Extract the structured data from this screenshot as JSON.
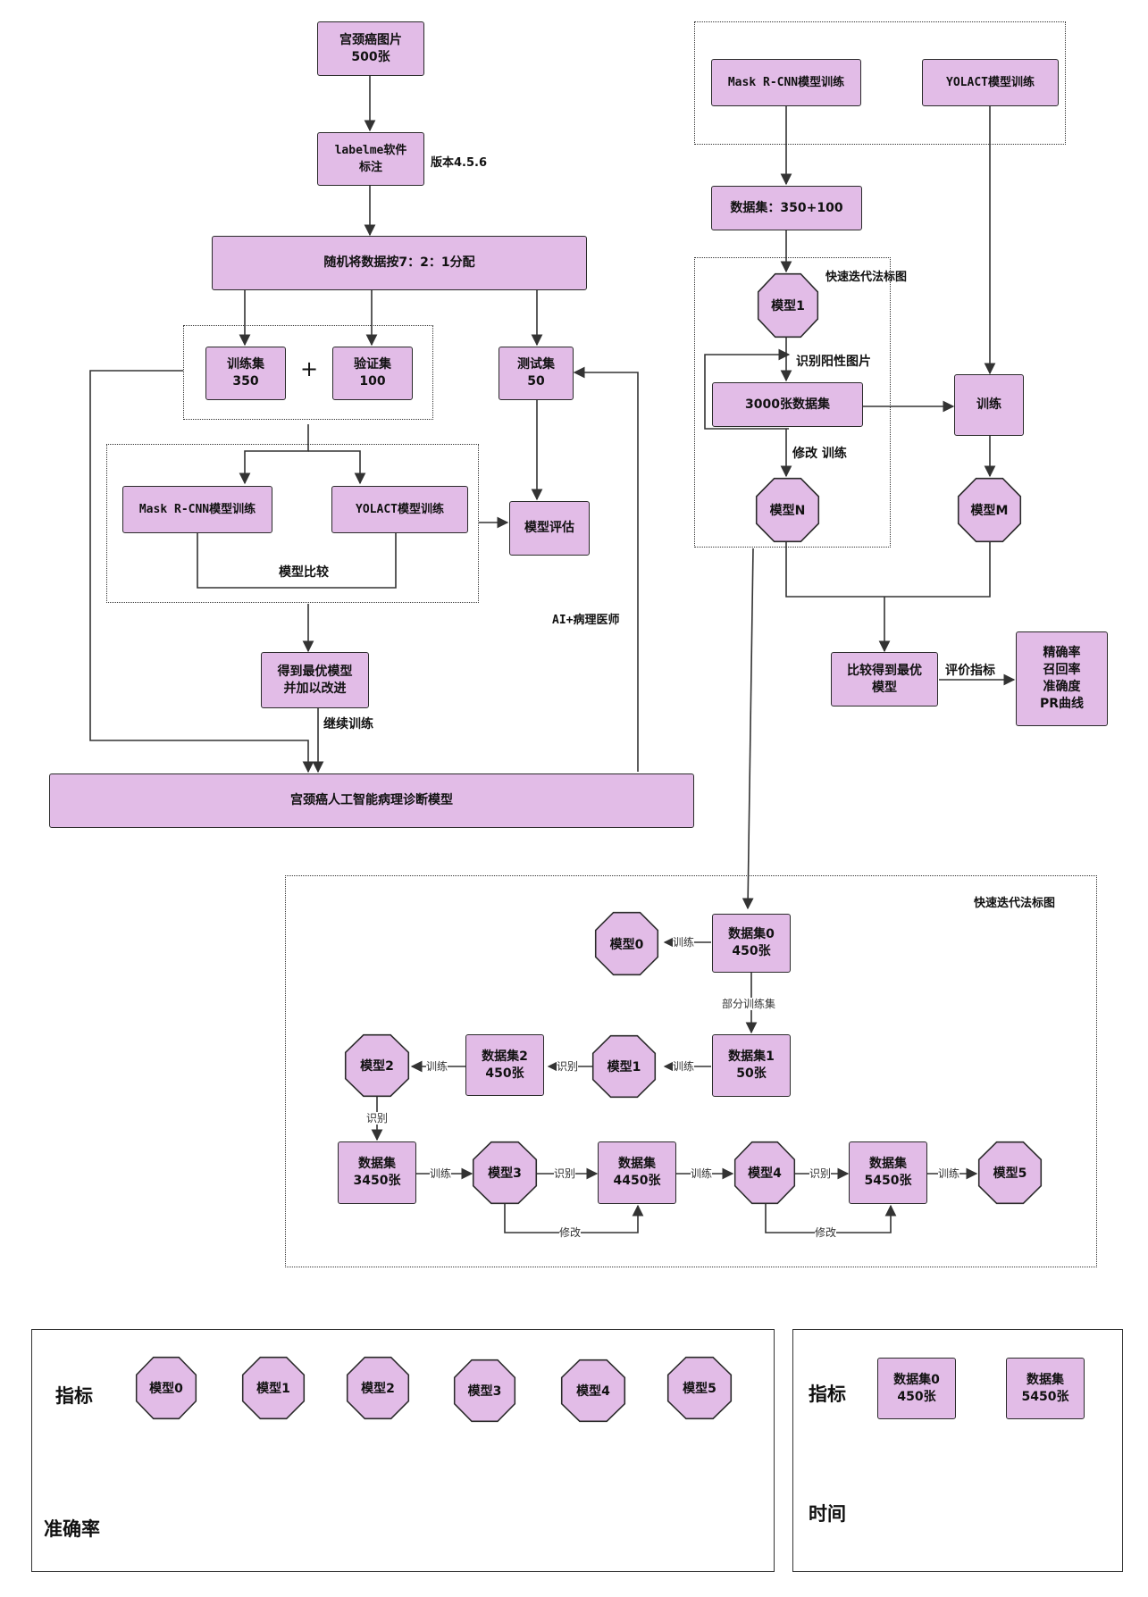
{
  "nodes": {
    "images": "宫颈癌图片\n500张",
    "labelme": "labelme软件\n标注",
    "version": "版本4.5.6",
    "split": "随机将数据按7：2：1分配",
    "train_set": "训练集\n350",
    "plus": "+",
    "val_set": "验证集\n100",
    "test_set": "测试集\n50",
    "maskrcnn_left": "Mask R-CNN模型训练",
    "yolact_left": "YOLACT模型训练",
    "eval": "模型评估",
    "compare_label": "模型比较",
    "best": "得到最优模型\n并加以改进",
    "continue_label": "继续训练",
    "ai_doctor": "AI+病理医师",
    "final_model": "宫颈癌人工智能病理诊断模型",
    "maskrcnn_right": "Mask R-CNN模型训练",
    "yolact_right": "YOLACT模型训练",
    "dataset_r": "数据集：350+100",
    "fast_title_1": "快速迭代法标图",
    "model1_r": "模型1",
    "identify_pos": "识别阳性图片",
    "ds3000": "3000张数据集",
    "modify_train": "修改 训练",
    "modelN": "模型N",
    "train_r": "训练",
    "modelM": "模型M",
    "compare_best": "比较得到最优\n模型",
    "metrics_label": "评价指标",
    "metrics": "精确率\n召回率\n准确度\nPR曲线"
  },
  "fast": {
    "title": "快速迭代法标图",
    "ds0": "数据集0\n450张",
    "m0": "模型0",
    "ds1": "数据集1\n50张",
    "m1": "模型1",
    "ds2": "数据集2\n450张",
    "m2": "模型2",
    "ds3": "数据集\n3450张",
    "m3": "模型3",
    "ds4": "数据集\n4450张",
    "m4": "模型4",
    "ds5": "数据集\n5450张",
    "m5": "模型5",
    "e_train": "训练",
    "e_partial": "部分训练集",
    "e_identify": "识别",
    "e_modify": "修改"
  },
  "bottom_left": {
    "metric": "指标",
    "models": [
      "模型0",
      "模型1",
      "模型2",
      "模型3",
      "模型4",
      "模型5"
    ],
    "row": "准确率"
  },
  "bottom_right": {
    "metric": "指标",
    "datasets": [
      "数据集0\n450张",
      "数据集\n5450张"
    ],
    "row": "时间"
  },
  "colors": {
    "node_fill": "#e2bce7",
    "stroke": "#2a2a2a"
  }
}
